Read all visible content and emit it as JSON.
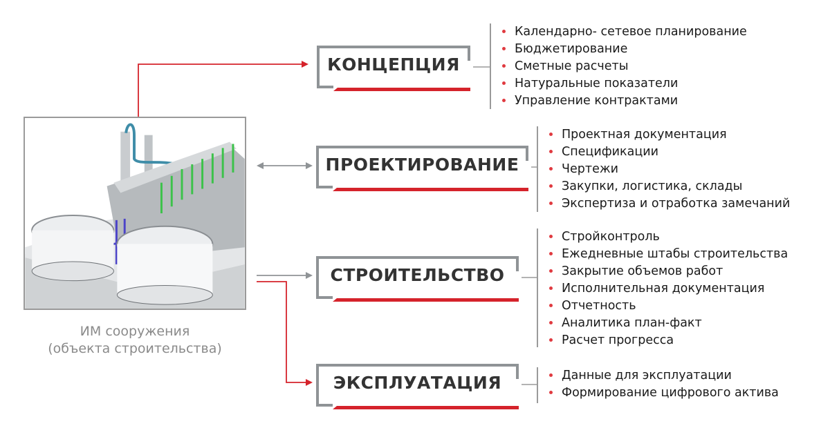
{
  "colors": {
    "accent_red": "#d5232b",
    "frame_gray": "#8f9396",
    "title_text": "#333333",
    "caption_text": "#8a8a8a",
    "bullet_red": "#e03a40"
  },
  "model": {
    "image_label": "3D информационная модель промышленного объекта",
    "caption_line1": "ИМ сооружения",
    "caption_line2": "(объекта строительства)"
  },
  "stages": [
    {
      "id": "concept",
      "title": "КОНЦЕПЦИЯ",
      "connector": "red-arrow",
      "items": [
        "Календарно- сетевое планирование",
        "Бюджетирование",
        "Сметные расчеты",
        "Натуральные показатели",
        "Управление контрактами"
      ]
    },
    {
      "id": "design",
      "title": "ПРОЕКТИРОВАНИЕ",
      "connector": "gray-double-arrow",
      "items": [
        "Проектная документация",
        "Спецификации",
        "Чертежи",
        "Закупки, логистика, склады",
        "Экспертиза и отработка замечаний"
      ]
    },
    {
      "id": "construction",
      "title": "СТРОИТЕЛЬСТВО",
      "connector": "gray-arrow",
      "items": [
        "Стройконтроль",
        "Ежедневные штабы строительства",
        "Закрытие объемов работ",
        "Исполнительная документация",
        "Отчетность",
        "Аналитика план-факт",
        "Расчет прогресса"
      ]
    },
    {
      "id": "operation",
      "title": "ЭКСПЛУАТАЦИЯ",
      "connector": "red-arrow",
      "items": [
        "Данные для эксплуатации",
        "Формирование цифрового актива"
      ]
    }
  ]
}
